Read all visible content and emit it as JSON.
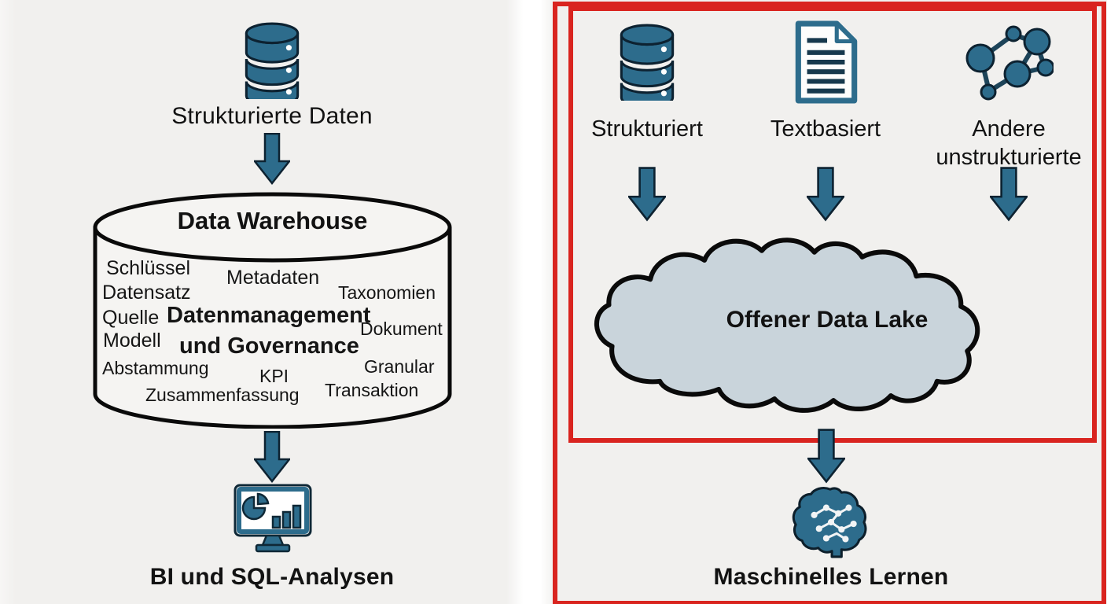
{
  "colors": {
    "teal": "#2d6c8c",
    "icon_outline": "#0d2231",
    "red_frame": "#d9241f",
    "cloud_fill": "#c9d4db",
    "background": "#f1f0ee",
    "text": "#121212"
  },
  "left_panel": {
    "source": {
      "icon": "database-icon",
      "label": "Strukturierte Daten"
    },
    "warehouse": {
      "title": "Data Warehouse",
      "keywords": [
        {
          "text": "Schlüssel",
          "bold": false
        },
        {
          "text": "Metadaten",
          "bold": false
        },
        {
          "text": "Datensatz",
          "bold": false
        },
        {
          "text": "Taxonomien",
          "bold": false
        },
        {
          "text": "Quelle",
          "bold": false
        },
        {
          "text": "Datenmanagement",
          "bold": true
        },
        {
          "text": "Dokument",
          "bold": false
        },
        {
          "text": "Modell",
          "bold": false
        },
        {
          "text": "und Governance",
          "bold": true
        },
        {
          "text": "Abstammung",
          "bold": false
        },
        {
          "text": "KPI",
          "bold": false
        },
        {
          "text": "Granular",
          "bold": false
        },
        {
          "text": "Zusammenfassung",
          "bold": false
        },
        {
          "text": "Transaktion",
          "bold": false
        }
      ]
    },
    "output": {
      "icon": "bi-dashboard-icon",
      "label": "BI und SQL-Analysen"
    }
  },
  "right_panel": {
    "sources": [
      {
        "icon": "database-icon",
        "label": "Strukturiert"
      },
      {
        "icon": "document-icon",
        "label": "Textbasiert"
      },
      {
        "icon": "network-icon",
        "label": "Andere unstrukturierte"
      }
    ],
    "lake": {
      "title": "Offener Data Lake"
    },
    "output": {
      "icon": "brain-icon",
      "label": "Maschinelles Lernen"
    }
  }
}
